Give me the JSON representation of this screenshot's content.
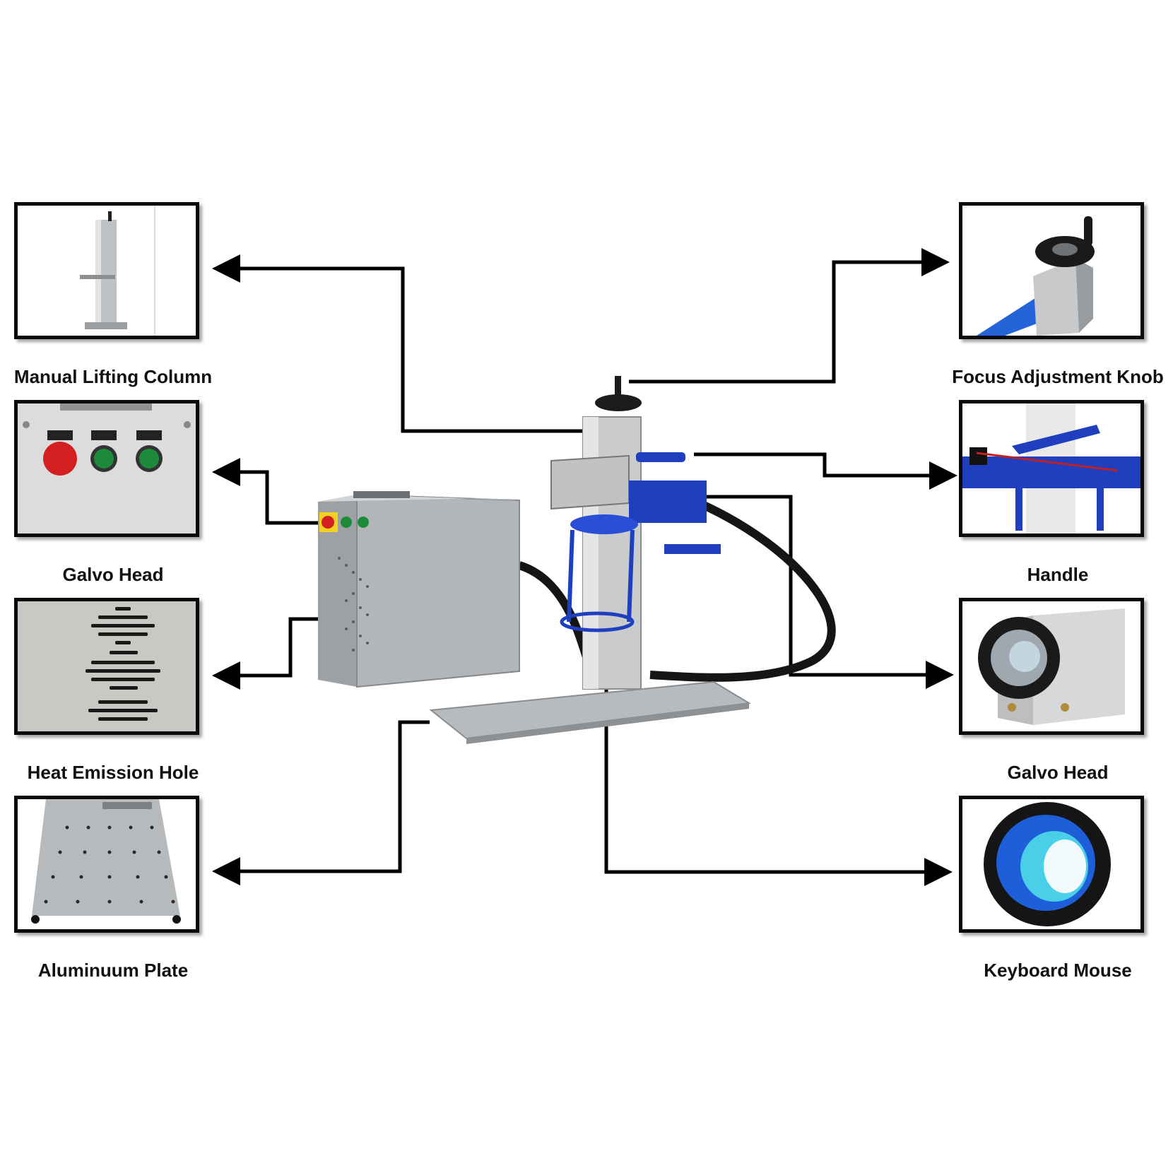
{
  "left_components": [
    {
      "id": "manual-lifting-column",
      "label": "Manual Lifting Column",
      "icon": "lifting-column-icon"
    },
    {
      "id": "control-panel",
      "label": "Galvo Head",
      "icon": "control-panel-buttons-icon"
    },
    {
      "id": "heat-emission-hole",
      "label": "Heat Emission Hole",
      "icon": "vent-slots-icon"
    },
    {
      "id": "aluminum-plate",
      "label": "Aluminuum Plate",
      "icon": "perforated-plate-icon"
    }
  ],
  "right_components": [
    {
      "id": "focus-adjustment-knob",
      "label": "Focus Adjustment Knob",
      "icon": "focus-knob-icon"
    },
    {
      "id": "handle",
      "label": "Handle",
      "icon": "blue-handle-icon"
    },
    {
      "id": "galvo-head",
      "label": "Galvo Head",
      "icon": "galvo-scanner-icon"
    },
    {
      "id": "keyboard-mouse",
      "label": "Keyboard Mouse",
      "icon": "field-lens-icon"
    }
  ],
  "center_image": {
    "icon": "fiber-laser-marking-machine-icon"
  },
  "colors": {
    "frame_border": "#0a0a0a",
    "connector_line": "#000000",
    "machine_gray": "#a9acaf",
    "accent_blue": "#1f3fbf",
    "stop_button_red": "#d31f1f",
    "start_button_green": "#1d8a3a",
    "panel_yellow": "#f2d21e",
    "cable_black": "#151515"
  }
}
